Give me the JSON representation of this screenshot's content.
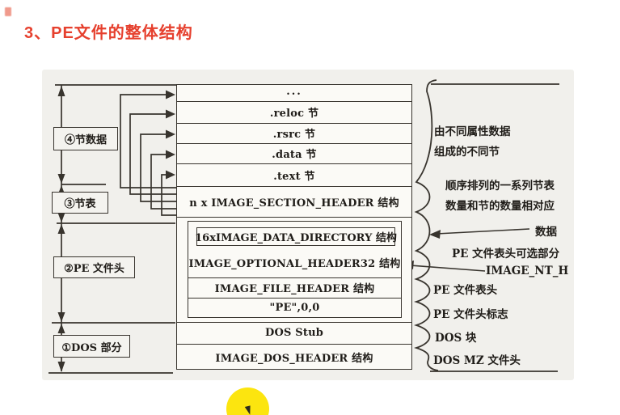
{
  "slide": {
    "title": "3、PE文件的整体结构",
    "title_color": "#e6402e"
  },
  "diagram": {
    "file_stack": {
      "rows": [
        "...",
        ".reloc 节",
        ".rsrc 节",
        ".data 节",
        ".text 节",
        "n x IMAGE_SECTION_HEADER 结构"
      ],
      "pe_header_box": {
        "data_directory": "16xIMAGE_DATA_DIRECTORY 结构",
        "optional_header": "IMAGE_OPTIONAL_HEADER32 结构",
        "file_header": "IMAGE_FILE_HEADER 结构",
        "pe_signature": "\"PE\",0,0"
      },
      "dos_rows": [
        "DOS Stub",
        "IMAGE_DOS_HEADER 结构"
      ]
    },
    "left_labels": {
      "section_data": "④节数据",
      "section_table": "③节表",
      "pe_header": "②PE 文件头",
      "dos_part": "①DOS 部分"
    },
    "right_labels": {
      "sections_note": [
        "由不同属性数据",
        "组成的不同节"
      ],
      "section_table_note": [
        "顺序排列的一系列节表",
        "数量和节的数量相对应"
      ],
      "data_pointer": "数据",
      "optional_part": "PE 文件表头可选部分",
      "nt_header": "IMAGE_NT_H",
      "pe_file_header": "PE 文件表头",
      "pe_signature_note": "PE 文件头标志",
      "dos_block": "DOS 块",
      "dos_mz_header": "DOS MZ 文件头"
    },
    "pointer_highlight_color": "#fce50f"
  }
}
